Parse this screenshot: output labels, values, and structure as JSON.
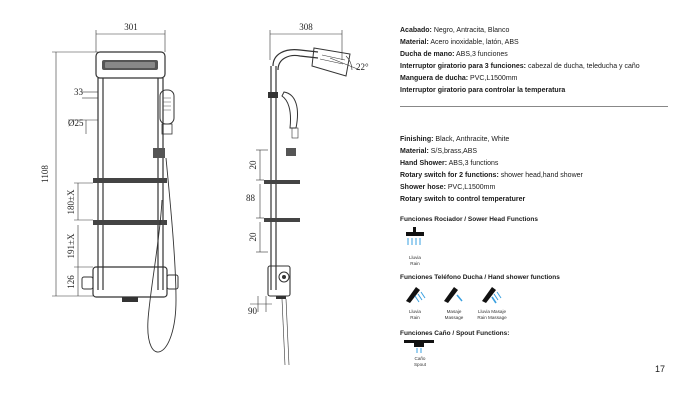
{
  "drawing": {
    "dimensions": {
      "width_front": "301",
      "width_side": "308",
      "angle": "22°",
      "height_total": "1108",
      "handset_offset": "33",
      "pipe_diameter": "Ø25",
      "gap_top": "180±X",
      "gap_bottom": "191±X",
      "base_height": "126",
      "side_top": "20",
      "side_mid": "88",
      "side_low": "20",
      "side_base": "90"
    }
  },
  "spec_es": [
    {
      "label": "Acabado:",
      "value": " Negro, Antracita, Blanco"
    },
    {
      "label": "Material:",
      "value": " Acero inoxidable, latón, ABS"
    },
    {
      "label": "Ducha de mano:",
      "value": " ABS,3 funciones"
    },
    {
      "label": "Interruptor giratorio para 3 funciones:",
      "value": " cabezal de ducha, teleducha y caño"
    },
    {
      "label": "Manguera de ducha:",
      "value": " PVC,L1500mm"
    },
    {
      "label": "Interruptor giratorio para controlar la temperatura",
      "value": ""
    }
  ],
  "spec_en": [
    {
      "label": "Finishing:",
      "value": " Black, Anthracite, White"
    },
    {
      "label": "Material:",
      "value": " S/S,brass,ABS"
    },
    {
      "label": "Hand Shower:",
      "value": " ABS,3 functions"
    },
    {
      "label": "Rotary switch for 2 functions:",
      "value": " shower head,hand shower"
    },
    {
      "label": "Shower hose:",
      "value": " PVC,L1500mm"
    },
    {
      "label": "Rotary switch to control temperaturer",
      "value": ""
    }
  ],
  "functions": {
    "shower_head_title": "Funciones Rociador /  Sower Head Functions",
    "shower_head_items": [
      {
        "line1": "Lluvia",
        "line2": "Rain"
      }
    ],
    "hand_shower_title": "Funciones Teléfono Ducha / Hand shower functions",
    "hand_shower_items": [
      {
        "line1": "Lluvia",
        "line2": "Rain"
      },
      {
        "line1": "Masaje",
        "line2": "Massage"
      },
      {
        "line1": "Lluvia Masaje",
        "line2": "Rain Massage"
      }
    ],
    "spout_title": "Funciones Caño / Spout Functions:",
    "spout_items": [
      {
        "line1": "Caño",
        "line2": "Spout"
      }
    ]
  },
  "page_number": "17"
}
